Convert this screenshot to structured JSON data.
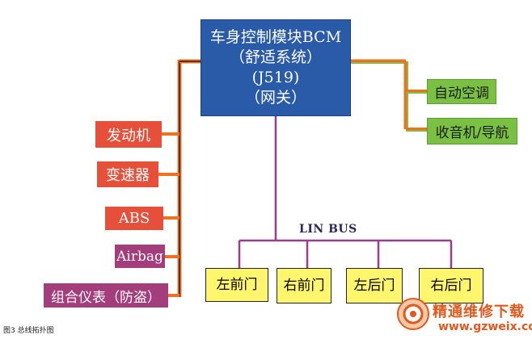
{
  "diagram": {
    "bcm": {
      "line1": "车身控制模块BCM",
      "line2": "（舒适系统）",
      "line3": "(J519)",
      "line4": "（网关）"
    },
    "left_modules": [
      "发动机",
      "变速器",
      "ABS",
      "Airbag",
      "组合仪表（防盗）"
    ],
    "right_modules": [
      "自动空调",
      "收音机/导航"
    ],
    "lin_bus_label": "LIN BUS",
    "doors": [
      "左前门",
      "右前门",
      "左后门",
      "右后门"
    ],
    "caption": "图3  总线拓扑图"
  },
  "watermark": {
    "text": "精通维修下载",
    "url": "www.gzweix.com"
  },
  "colors": {
    "bcm": "#2a5ba8",
    "engine_modules": "#e6503a",
    "airbag_cluster": "#a33d7c",
    "right_modules": "#79c043",
    "doors": "#fff66e",
    "can_bus_line": "#f07020",
    "lin_bus_line": "#9b3c8c",
    "watermark": "#e3581c"
  }
}
